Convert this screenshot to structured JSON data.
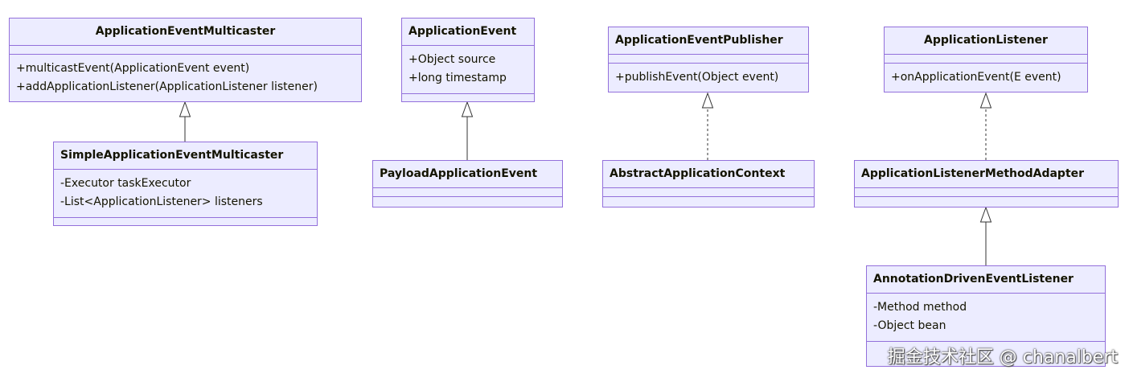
{
  "classes": {
    "application_event_multicaster": {
      "name": "ApplicationEventMulticaster",
      "attributes": [],
      "methods": [
        "+multicastEvent(ApplicationEvent event)",
        "+addApplicationListener(ApplicationListener listener)"
      ]
    },
    "simple_application_event_multicaster": {
      "name": "SimpleApplicationEventMulticaster",
      "attributes": [
        "-Executor taskExecutor",
        "-List<ApplicationListener> listeners"
      ],
      "methods": []
    },
    "application_event": {
      "name": "ApplicationEvent",
      "attributes": [
        "+Object source",
        "+long timestamp"
      ],
      "methods": []
    },
    "payload_application_event": {
      "name": "PayloadApplicationEvent",
      "attributes": [],
      "methods": []
    },
    "application_event_publisher": {
      "name": "ApplicationEventPublisher",
      "attributes": [],
      "methods": [
        "+publishEvent(Object event)"
      ]
    },
    "abstract_application_context": {
      "name": "AbstractApplicationContext",
      "attributes": [],
      "methods": []
    },
    "application_listener": {
      "name": "ApplicationListener",
      "attributes": [],
      "methods": [
        "+onApplicationEvent(E event)"
      ]
    },
    "application_listener_method_adapter": {
      "name": "ApplicationListenerMethodAdapter",
      "attributes": [],
      "methods": []
    },
    "annotation_driven_event_listener": {
      "name": "AnnotationDrivenEventListener",
      "attributes": [
        "-Method method",
        "-Object bean"
      ],
      "methods": []
    }
  },
  "relations": [
    {
      "from": "simple_application_event_multicaster",
      "to": "application_event_multicaster",
      "type": "inheritance"
    },
    {
      "from": "payload_application_event",
      "to": "application_event",
      "type": "inheritance"
    },
    {
      "from": "abstract_application_context",
      "to": "application_event_publisher",
      "type": "realization"
    },
    {
      "from": "application_listener_method_adapter",
      "to": "application_listener",
      "type": "realization"
    },
    {
      "from": "annotation_driven_event_listener",
      "to": "application_listener_method_adapter",
      "type": "inheritance"
    }
  ],
  "watermark": "掘金技术社区 @ chanalbert",
  "colors": {
    "fill": "#ECECFF",
    "stroke": "#9370DB",
    "line": "#333333",
    "text": "#131300"
  }
}
